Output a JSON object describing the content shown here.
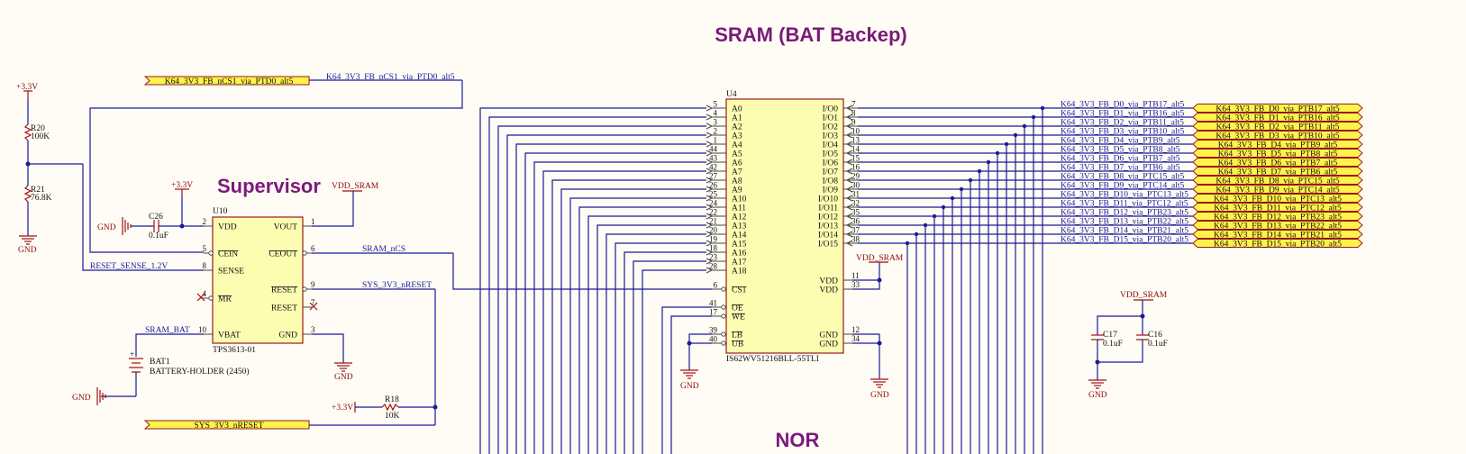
{
  "sections": {
    "sram": "SRAM (BAT Backep)",
    "supervisor": "Supervisor",
    "nor": "NOR"
  },
  "power": {
    "p33": "+3.3V",
    "gnd": "GND",
    "vdd_sram": "VDD_SRAM"
  },
  "resistors": [
    {
      "ref": "R20",
      "value": "100K"
    },
    {
      "ref": "R21",
      "value": "76.8K"
    },
    {
      "ref": "R18",
      "value": "10K"
    }
  ],
  "caps": [
    {
      "ref": "C26",
      "value": "0.1uF"
    },
    {
      "ref": "C17",
      "value": "0.1uF"
    },
    {
      "ref": "C16",
      "value": "0.1uF"
    }
  ],
  "battery": {
    "ref": "BAT1",
    "value": "BATTERY-HOLDER (2450)"
  },
  "u10": {
    "ref": "U10",
    "part": "TPS3613-01",
    "left": [
      {
        "name": "VDD",
        "num": "2"
      },
      {
        "name": "CEIN",
        "num": "5",
        "bar": true
      },
      {
        "name": "SENSE",
        "num": "8"
      },
      {
        "name": "MR",
        "num": "4",
        "bar": true
      },
      {
        "name": "VBAT",
        "num": "10"
      }
    ],
    "right": [
      {
        "name": "VOUT",
        "num": "1"
      },
      {
        "name": "CEOUT",
        "num": "6",
        "bar": true
      },
      {
        "name": "RESET",
        "num": "9",
        "bar": true
      },
      {
        "name": "RESET",
        "num": "7"
      },
      {
        "name": "GND",
        "num": "3"
      }
    ]
  },
  "u4": {
    "ref": "U4",
    "part": "IS62WV51216BLL-55TLI",
    "addr": [
      {
        "name": "A0",
        "num": "5"
      },
      {
        "name": "A1",
        "num": "4"
      },
      {
        "name": "A2",
        "num": "3"
      },
      {
        "name": "A3",
        "num": "2"
      },
      {
        "name": "A4",
        "num": "1"
      },
      {
        "name": "A5",
        "num": "44"
      },
      {
        "name": "A6",
        "num": "43"
      },
      {
        "name": "A7",
        "num": "42"
      },
      {
        "name": "A8",
        "num": "27"
      },
      {
        "name": "A9",
        "num": "26"
      },
      {
        "name": "A10",
        "num": "25"
      },
      {
        "name": "A11",
        "num": "24"
      },
      {
        "name": "A12",
        "num": "22"
      },
      {
        "name": "A13",
        "num": "21"
      },
      {
        "name": "A14",
        "num": "20"
      },
      {
        "name": "A15",
        "num": "19"
      },
      {
        "name": "A16",
        "num": "18"
      },
      {
        "name": "A17",
        "num": "23"
      },
      {
        "name": "A18",
        "num": "28"
      }
    ],
    "ctrl": [
      {
        "name": "CS1",
        "num": "6",
        "bar": true
      },
      {
        "name": "OE",
        "num": "41",
        "bar": true
      },
      {
        "name": "WE",
        "num": "17",
        "bar": true
      },
      {
        "name": "LB",
        "num": "39",
        "bar": true
      },
      {
        "name": "UB",
        "num": "40",
        "bar": true
      }
    ],
    "io": [
      {
        "name": "I/O0",
        "num": "7"
      },
      {
        "name": "I/O1",
        "num": "8"
      },
      {
        "name": "I/O2",
        "num": "9"
      },
      {
        "name": "I/O3",
        "num": "10"
      },
      {
        "name": "I/O4",
        "num": "13"
      },
      {
        "name": "I/O5",
        "num": "14"
      },
      {
        "name": "I/O6",
        "num": "15"
      },
      {
        "name": "I/O7",
        "num": "16"
      },
      {
        "name": "I/O8",
        "num": "29"
      },
      {
        "name": "I/O9",
        "num": "30"
      },
      {
        "name": "I/O10",
        "num": "31"
      },
      {
        "name": "I/O11",
        "num": "32"
      },
      {
        "name": "I/O12",
        "num": "35"
      },
      {
        "name": "I/O13",
        "num": "36"
      },
      {
        "name": "I/O14",
        "num": "37"
      },
      {
        "name": "I/O15",
        "num": "38"
      }
    ],
    "pwr": [
      {
        "name": "VDD",
        "num": "11"
      },
      {
        "name": "VDD",
        "num": "33"
      },
      {
        "name": "GND",
        "num": "12"
      },
      {
        "name": "GND",
        "num": "34"
      }
    ]
  },
  "nets": {
    "ncs1": "K64_3V3_FB_nCS1_via_PTD0_alt5",
    "sram_ncs": "SRAM_nCS",
    "sys_reset": "SYS_3V3_nRESET",
    "reset_sense": "RESET_SENSE_1.2V",
    "sram_bat": "SRAM_BAT"
  },
  "data_nets": [
    "K64_3V3_FB_D0_via_PTB17_alt5",
    "K64_3V3_FB_D1_via_PTB16_alt5",
    "K64_3V3_FB_D2_via_PTB11_alt5",
    "K64_3V3_FB_D3_via_PTB10_alt5",
    "K64_3V3_FB_D4_via_PTB9_alt5",
    "K64_3V3_FB_D5_via_PTB8_alt5",
    "K64_3V3_FB_D6_via_PTB7_alt5",
    "K64_3V3_FB_D7_via_PTB6_alt5",
    "K64_3V3_FB_D8_via_PTC15_alt5",
    "K64_3V3_FB_D9_via_PTC14_alt5",
    "K64_3V3_FB_D10_via_PTC13_alt5",
    "K64_3V3_FB_D11_via_PTC12_alt5",
    "K64_3V3_FB_D12_via_PTB23_alt5",
    "K64_3V3_FB_D13_via_PTB22_alt5",
    "K64_3V3_FB_D14_via_PTB21_alt5",
    "K64_3V3_FB_D15_via_PTB20_alt5"
  ]
}
